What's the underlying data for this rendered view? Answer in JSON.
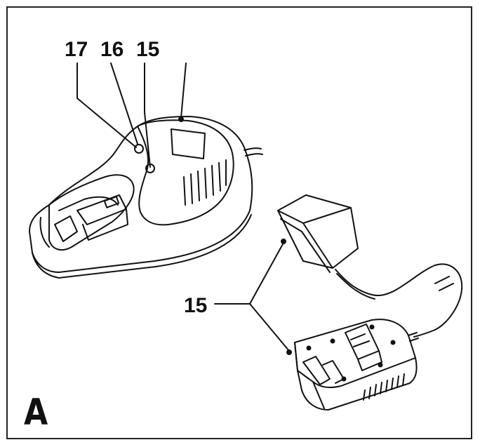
{
  "figure": {
    "letter": "A",
    "callouts": {
      "top": [
        "17",
        "16",
        "15"
      ],
      "middle": "15"
    }
  },
  "colors": {
    "line": "#111111",
    "paper": "#ffffff"
  }
}
